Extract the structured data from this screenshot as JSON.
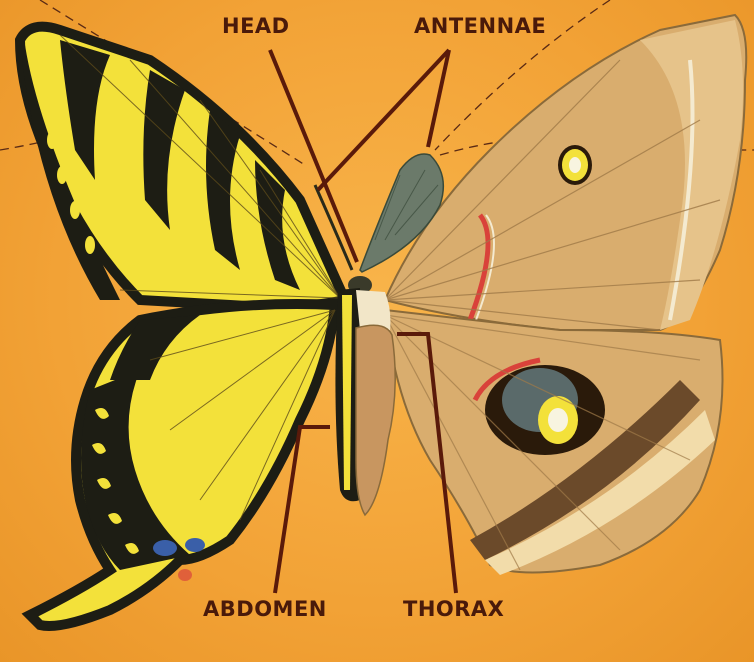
{
  "labels": {
    "head": "HEAD",
    "antennae": "ANTENNAE",
    "abdomen": "ABDOMEN",
    "thorax": "THORAX"
  },
  "colors": {
    "background": "#f2a33a",
    "label_text": "#4a1a0a",
    "leader_line": "#5a1a0a",
    "swallowtail_yellow": "#f3e13a",
    "swallowtail_black": "#1d1d14",
    "moth_tan": "#d9ad6e",
    "moth_brown": "#6b4a2a",
    "moth_red": "#d9423a"
  },
  "icons": {
    "left_wing": "swallowtail-wing-illustration",
    "right_wing": "moth-wing-illustration"
  }
}
